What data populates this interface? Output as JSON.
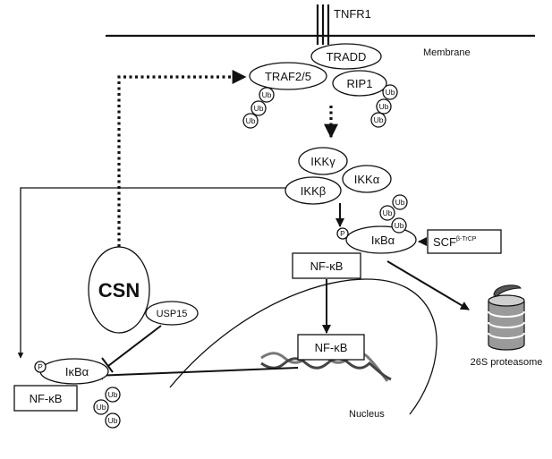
{
  "receptor": {
    "label": "TNFR1"
  },
  "membrane": {
    "label": "Membrane"
  },
  "complex": {
    "tradd": "TRADD",
    "traf": "TRAF2/5",
    "rip1": "RIP1"
  },
  "ikk": {
    "gamma": "IKKγ",
    "alpha": "IKKα",
    "beta": "IKKβ"
  },
  "ub_label": "Ub",
  "p_label": "P",
  "ikba": {
    "label": "IκBα"
  },
  "nfkb": {
    "label": "NF-κB"
  },
  "scf": {
    "base": "SCF",
    "sup": "β-TrCP"
  },
  "csn": {
    "label": "CSN"
  },
  "usp15": {
    "label": "USP15"
  },
  "proteasome": {
    "label": "26S proteasome"
  },
  "nucleus": {
    "label": "Nucleus"
  }
}
